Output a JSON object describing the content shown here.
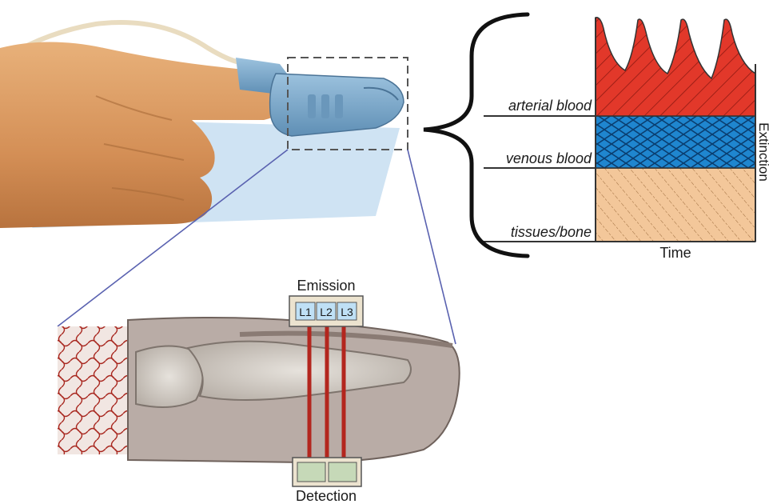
{
  "layers": {
    "arterial": "arterial blood",
    "venous": "venous blood",
    "tissue": "tissues/bone"
  },
  "axes": {
    "x_label": "Time",
    "y_label": "Extinction"
  },
  "sensor": {
    "emission_label": "Emission",
    "detection_label": "Detection",
    "leds": [
      "L1",
      "L2",
      "L3"
    ]
  },
  "colors": {
    "arterial": "#e2382a",
    "venous": "#1f86cf",
    "tissue": "#f3c79a",
    "light_beam": "#b3261e",
    "probe": "#7aa6c8",
    "skin": "#d99a64",
    "bone": "#d8d2cc"
  },
  "icons": {
    "brace": "curly-brace",
    "zoom_box": "dashed-rectangle"
  }
}
